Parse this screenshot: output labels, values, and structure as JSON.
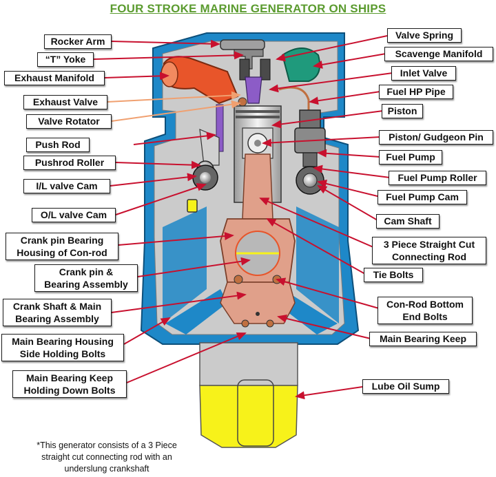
{
  "title": "FOUR STROKE MARINE GENERATOR ON SHIPS",
  "colors": {
    "title": "#5b9b2f",
    "engine_blue": "#1e88c8",
    "frame_grey": "#cbcbcb",
    "exhaust_orange": "#e8552a",
    "scavenge_green": "#1f9a7c",
    "conrod_copper": "#e0a08a",
    "sump_yellow": "#f7f21a",
    "leader_red": "#c8102e",
    "leader_orange": "#f0a070"
  },
  "labels": {
    "rocker_arm": "Rocker Arm",
    "t_yoke": "“T” Yoke",
    "exhaust_manifold": "Exhaust Manifold",
    "exhaust_valve": "Exhaust Valve",
    "valve_rotator": "Valve Rotator",
    "push_rod": "Push Rod",
    "pushrod_roller": "Pushrod Roller",
    "il_valve_cam": "I/L valve Cam",
    "ol_valve_cam": "O/L valve Cam",
    "crank_pin_housing": [
      "Crank pin Bearing",
      "Housing of Con-rod"
    ],
    "crank_pin_assembly": [
      "Crank pin &",
      "Bearing Assembly"
    ],
    "crank_shaft_main": [
      "Crank Shaft & Main",
      "Bearing Assembly"
    ],
    "main_bearing_side_bolts": [
      "Main Bearing Housing",
      "Side Holding Bolts"
    ],
    "main_bearing_keep_bolts": [
      "Main Bearing Keep",
      "Holding Down Bolts"
    ],
    "valve_spring": "Valve Spring",
    "scavenge_manifold": "Scavenge Manifold",
    "inlet_valve": "Inlet Valve",
    "fuel_hp_pipe": "Fuel HP Pipe",
    "piston": "Piston",
    "gudgeon_pin": "Piston/ Gudgeon Pin",
    "fuel_pump": "Fuel Pump",
    "fuel_pump_roller": "Fuel Pump Roller",
    "fuel_pump_cam": "Fuel Pump Cam",
    "cam_shaft": "Cam Shaft",
    "connecting_rod": [
      "3 Piece Straight Cut",
      "Connecting Rod"
    ],
    "tie_bolts": "Tie Bolts",
    "conrod_bottom_bolts": [
      "Con-Rod Bottom",
      "End Bolts"
    ],
    "main_bearing_keep": "Main Bearing Keep",
    "lube_oil_sump": "Lube Oil Sump"
  },
  "note": [
    "*This generator consists of a 3 Piece",
    "straight cut connecting rod with an",
    "underslung crankshaft"
  ]
}
